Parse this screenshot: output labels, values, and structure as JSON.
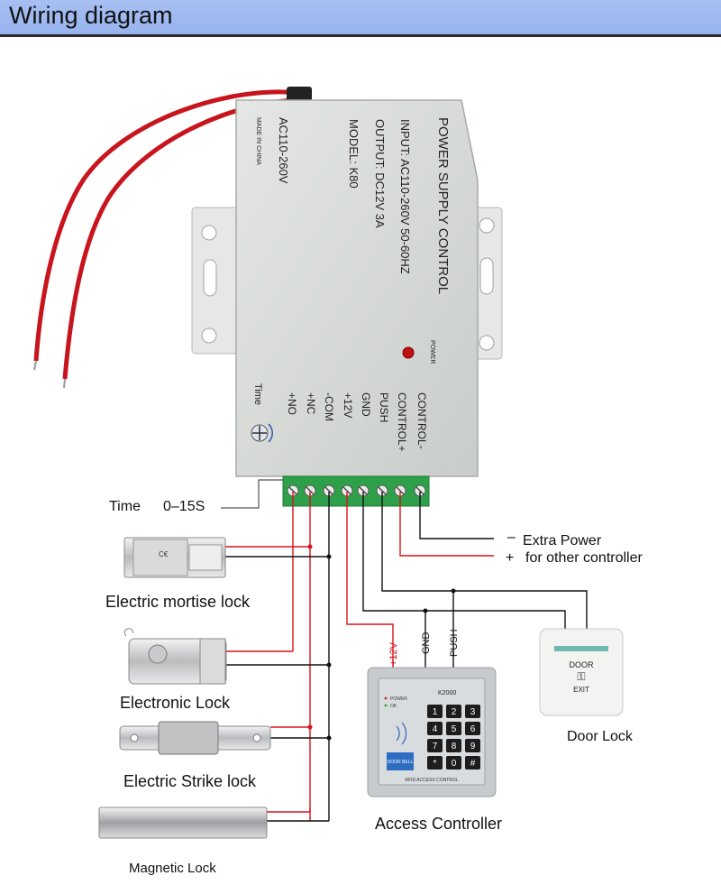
{
  "header": {
    "title": "Wiring diagram"
  },
  "power_supply": {
    "title": "POWER SUPPLY CONTROL",
    "input": "INPUT: AC110-260V 50-60HZ",
    "output": "OUTPUT: DC12V 3A",
    "model": "MODEL: K80",
    "ac_label": "AC110-260V",
    "made_in": "MADE IN CHINA",
    "power_led_label": "POWER",
    "time_label": "Time",
    "terminals": [
      "CONTROL-",
      "CONTROL+",
      "PUSH",
      "GND",
      "+12V",
      "-COM",
      "+NC",
      "+NO"
    ]
  },
  "time_setting": {
    "label": "Time",
    "range": "0–15S"
  },
  "extra_power": {
    "minus": "–",
    "plus": "+",
    "line1": "Extra Power",
    "line2": "for other controller"
  },
  "devices": {
    "mortise": "Electric mortise lock",
    "electronic": "Electronic Lock",
    "strike": "Electric Strike lock",
    "magnetic": "Magnetic Lock",
    "door": "Door Lock",
    "access": "Access Controller"
  },
  "wire_labels": {
    "v12": "+12V",
    "gnd": "GND",
    "push": "PUSH"
  },
  "keypad": {
    "model": "K2000",
    "power_ind": "POWER",
    "ok_ind": "OK",
    "doorbell": "DOOR BELL",
    "footer": "RFID ACCESS CONTROL",
    "keys": [
      "1",
      "2",
      "3",
      "4",
      "5",
      "6",
      "7",
      "8",
      "9",
      "*",
      "0",
      "#"
    ]
  },
  "exit_button": {
    "door": "DOOR",
    "exit": "EXIT"
  },
  "colors": {
    "header_bg": "#98b4ee",
    "wire_red": "#d8131b",
    "wire_black": "#111111",
    "terminal_green": "#2fa04a",
    "psu_body": "#d8dcd9"
  }
}
